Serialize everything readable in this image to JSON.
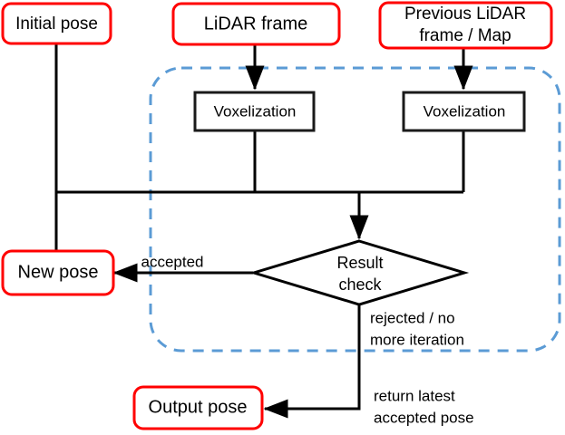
{
  "diagram": {
    "title": "LiDAR scan matching iterative pose refinement flowchart",
    "colors": {
      "input_node_border": "#ff0000",
      "process_node_border": "#1a1a1a",
      "decision_border": "#000000",
      "group_boundary": "#5b9bd5",
      "edge": "#000000",
      "background": "#ffffff"
    },
    "nodes": {
      "initial_pose": {
        "label": "Initial pose",
        "shape": "rounded-rect",
        "border": "red"
      },
      "lidar_frame": {
        "label": "LiDAR frame",
        "shape": "rounded-rect",
        "border": "red"
      },
      "previous_lidar": {
        "label_line1": "Previous LiDAR",
        "label_line2": "frame / Map",
        "shape": "rounded-rect",
        "border": "red"
      },
      "voxelization_left": {
        "label": "Voxelization",
        "shape": "rect",
        "border": "black"
      },
      "voxelization_right": {
        "label": "Voxelization",
        "shape": "rect",
        "border": "black"
      },
      "result_check": {
        "label_line1": "Result",
        "label_line2": "check",
        "shape": "diamond",
        "border": "black"
      },
      "new_pose": {
        "label": "New pose",
        "shape": "rounded-rect",
        "border": "red"
      },
      "output_pose": {
        "label": "Output pose",
        "shape": "rounded-rect",
        "border": "red"
      }
    },
    "edge_labels": {
      "accepted": "accepted",
      "rejected_line1": "rejected / no",
      "rejected_line2": "more iteration",
      "return_line1": "return latest",
      "return_line2": "accepted pose"
    },
    "group": {
      "name": "iteration-loop-boundary",
      "style": "dashed rounded rectangle"
    }
  }
}
